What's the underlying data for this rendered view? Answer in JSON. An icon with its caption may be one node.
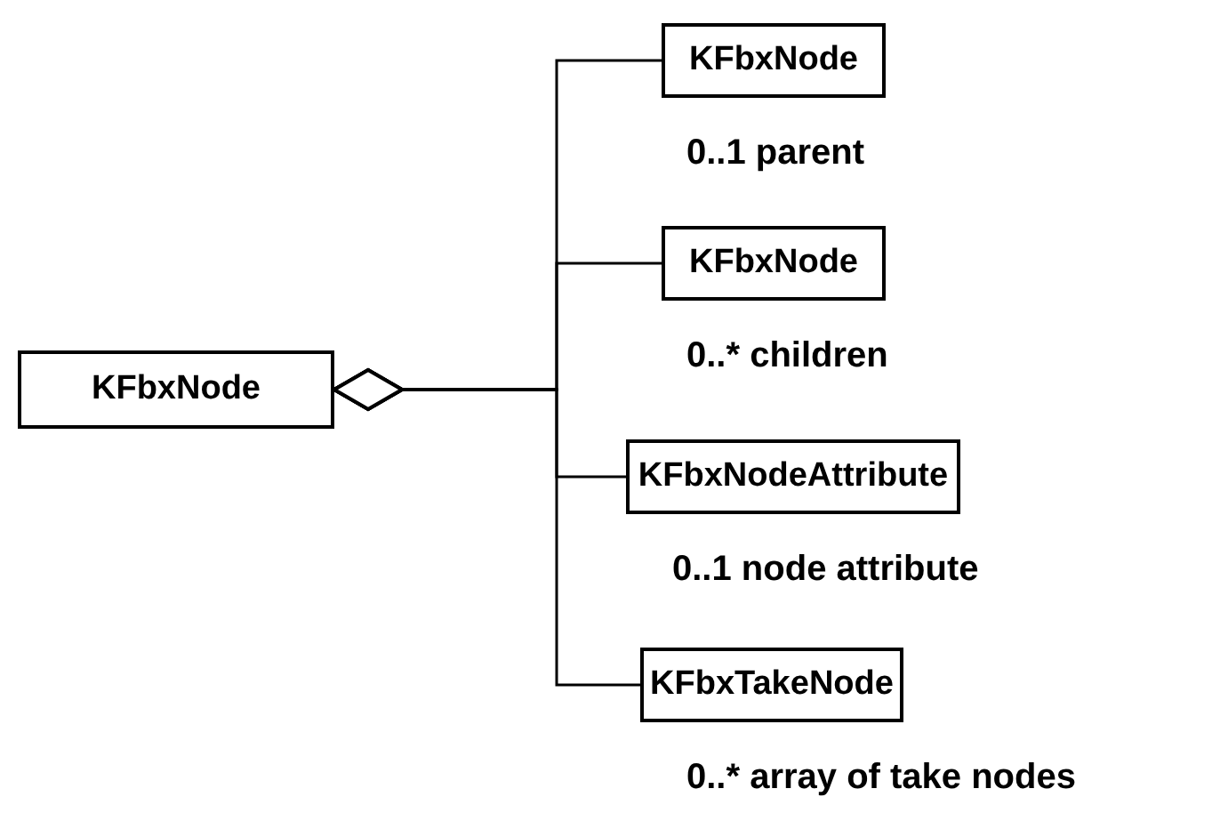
{
  "diagram": {
    "nodes": [
      {
        "text": [
          "KFbxNode"
        ]
      },
      {
        "text": [
          "KFbxNode"
        ],
        "beside": [
          "0..1 parent"
        ]
      },
      {
        "text": [
          "KFbxNode"
        ],
        "beside": [
          "0..* children"
        ]
      },
      {
        "text": [
          "KFbxNodeAttribute"
        ],
        "beside": [
          "0..1 node attribute"
        ]
      },
      {
        "text": [
          "KFbxTakeNode"
        ],
        "beside": [
          "0..* array of take nodes"
        ]
      }
    ],
    "edges": [
      {
        "from": 0,
        "to": 1,
        "arrow": "other"
      },
      {
        "from": 0,
        "to": 2,
        "arrow": "other"
      },
      {
        "from": 0,
        "to": 3,
        "arrow": "other"
      },
      {
        "from": 0,
        "to": 4,
        "arrow": "other"
      }
    ]
  }
}
